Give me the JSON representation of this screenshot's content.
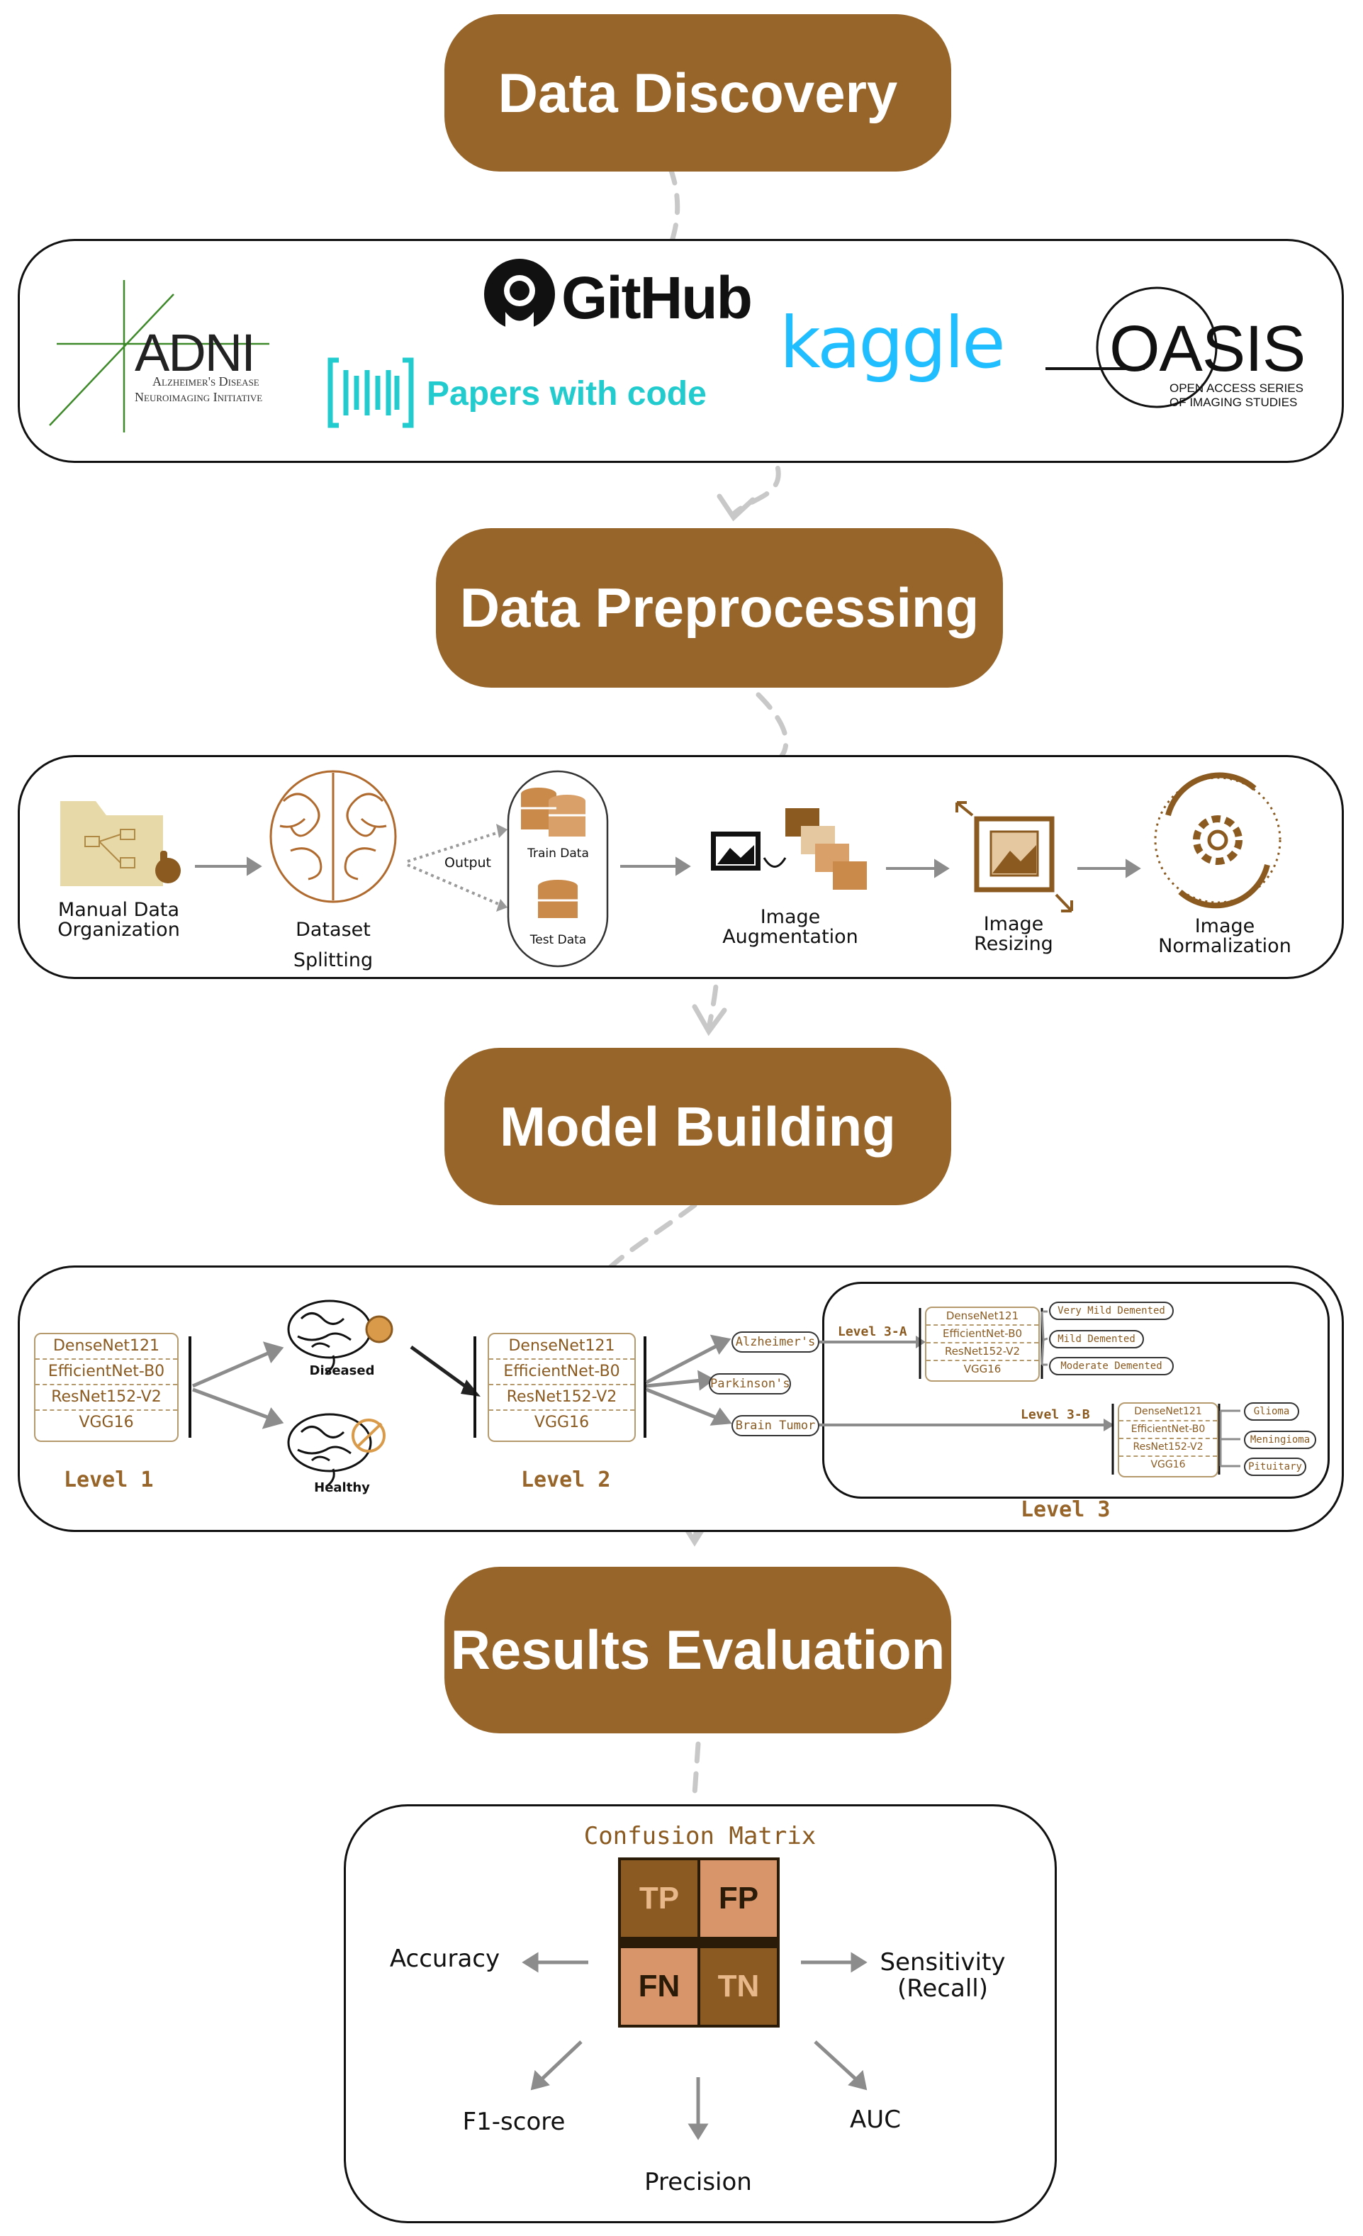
{
  "stages": {
    "discovery": "Data Discovery",
    "preprocessing": "Data Preprocessing",
    "model_building": "Model Building",
    "evaluation": "Results Evaluation"
  },
  "sources": {
    "adni": "ADNI",
    "adni_sub1": "Alzheimer's Disease",
    "adni_sub2": "Neuroimaging Initiative",
    "github": "GitHub",
    "papers": "Papers with code",
    "kaggle": "kaggle",
    "oasis": "OASIS",
    "oasis_sub1": "OPEN ACCESS SERIES",
    "oasis_sub2": "OF IMAGING STUDIES"
  },
  "preprocessing": {
    "manual_l1": "Manual Data",
    "manual_l2": "Organization",
    "split_l1": "Dataset",
    "split_l2": "Splitting",
    "output": "Output",
    "train": "Train Data",
    "test": "Test Data",
    "aug_l1": "Image",
    "aug_l2": "Augmentation",
    "resize_l1": "Image",
    "resize_l2": "Resizing",
    "norm_l1": "Image",
    "norm_l2": "Normalization"
  },
  "model": {
    "models": [
      "DenseNet121",
      "EfficientNet-B0",
      "ResNet152-V2",
      "VGG16"
    ],
    "level1": "Level 1",
    "level2": "Level 2",
    "level3": "Level 3",
    "level3a": "Level 3-A",
    "level3b": "Level 3-B",
    "diseased": "Diseased",
    "healthy": "Healthy",
    "alzheimers": "Alzheimer's",
    "parkinsons": "Parkinson's",
    "brain_tumor": "Brain Tumor",
    "very_mild": "Very Mild Demented",
    "mild": "Mild Demented",
    "moderate": "Moderate Demented",
    "glioma": "Glioma",
    "meningioma": "Meningioma",
    "pituitary": "Pituitary"
  },
  "evaluation": {
    "title": "Confusion Matrix",
    "tp": "TP",
    "fp": "FP",
    "fn": "FN",
    "tn": "TN",
    "accuracy": "Accuracy",
    "sensitivity_l1": "Sensitivity",
    "sensitivity_l2": "(Recall)",
    "f1": "F1-score",
    "precision": "Precision",
    "auc": "AUC"
  },
  "colors": {
    "brown": "#97652a",
    "tan": "#d9956a",
    "dark_cell": "#8b5a22",
    "kaggle": "#20beff",
    "papers": "#21cbce"
  }
}
